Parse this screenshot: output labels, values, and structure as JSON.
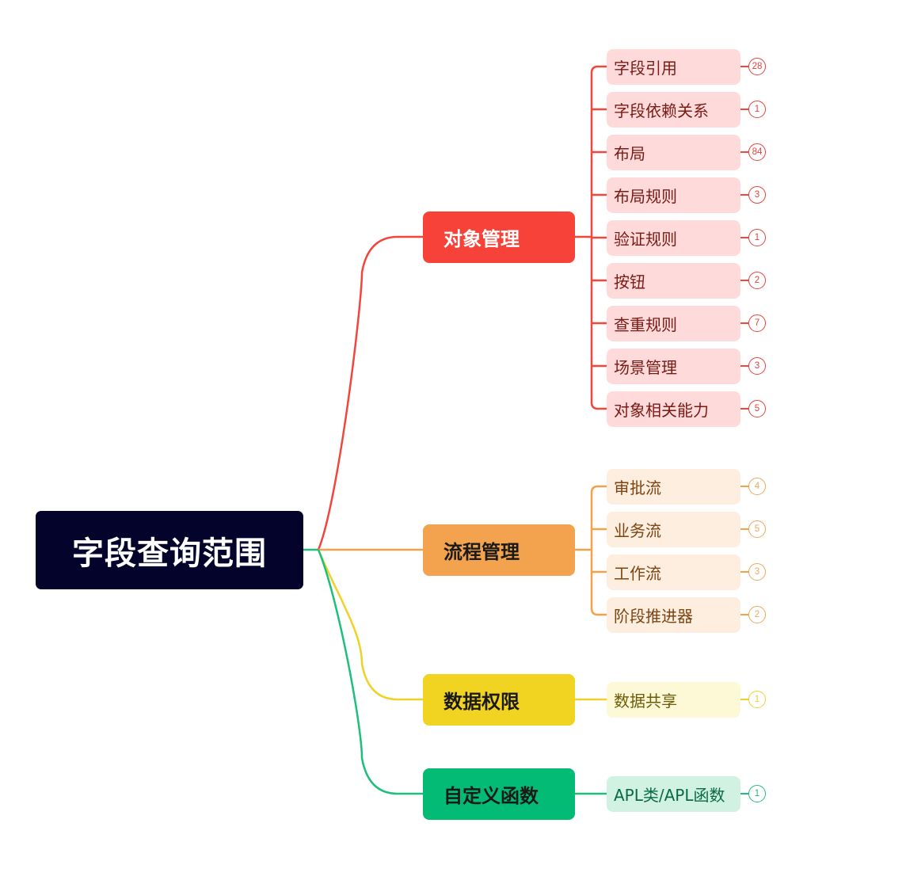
{
  "root": {
    "label": "字段查询范围",
    "color": "#03032b"
  },
  "branches": [
    {
      "label": "对象管理",
      "colors": {
        "line": "#f2463c",
        "node": "#f7423a",
        "text": "#ffffff",
        "leaf_bg": "#fedbda",
        "leaf_text": "#7a1a14",
        "badge": "#e8403a"
      },
      "leaves": [
        {
          "label": "字段引用",
          "count": "28"
        },
        {
          "label": "字段依赖关系",
          "count": "1"
        },
        {
          "label": "布局",
          "count": "84"
        },
        {
          "label": "布局规则",
          "count": "3"
        },
        {
          "label": "验证规则",
          "count": "1"
        },
        {
          "label": "按钮",
          "count": "2"
        },
        {
          "label": "查重规则",
          "count": "7"
        },
        {
          "label": "场景管理",
          "count": "3"
        },
        {
          "label": "对象相关能力",
          "count": "5"
        }
      ]
    },
    {
      "label": "流程管理",
      "colors": {
        "line": "#f3a24a",
        "node": "#f3a24e",
        "text": "#1a1a1a",
        "leaf_bg": "#feeee0",
        "leaf_text": "#7a4512",
        "badge": "#eea65d"
      },
      "leaves": [
        {
          "label": "审批流",
          "count": "4"
        },
        {
          "label": "业务流",
          "count": "5"
        },
        {
          "label": "工作流",
          "count": "3"
        },
        {
          "label": "阶段推进器",
          "count": "2"
        }
      ]
    },
    {
      "label": "数据权限",
      "colors": {
        "line": "#f0d12a",
        "node": "#f1d321",
        "text": "#1a1a1a",
        "leaf_bg": "#fdf8d6",
        "leaf_text": "#6b5c08",
        "badge": "#eacf3c"
      },
      "leaves": [
        {
          "label": "数据共享",
          "count": "1"
        }
      ]
    },
    {
      "label": "自定义函数",
      "colors": {
        "line": "#1ebf7a",
        "node": "#03bb75",
        "text": "#1a1a1a",
        "leaf_bg": "#d1f1e2",
        "leaf_text": "#0a6a45",
        "badge": "#25b97c"
      },
      "leaves": [
        {
          "label": "APL类/APL函数",
          "count": "1"
        }
      ]
    }
  ]
}
